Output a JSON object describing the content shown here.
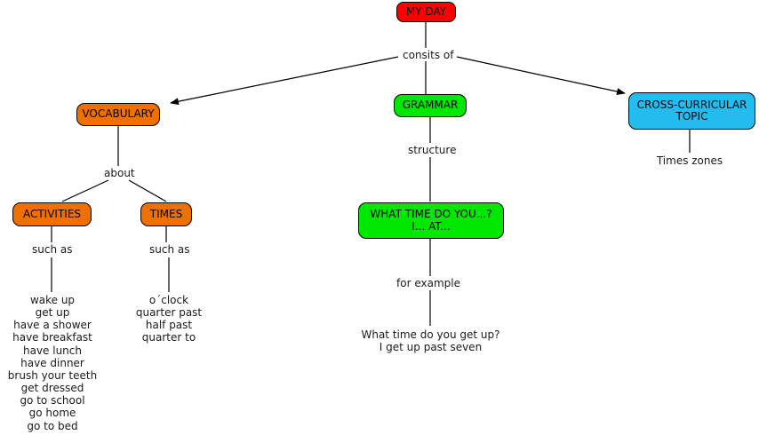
{
  "diagram": {
    "title": "MY DAY concept map",
    "colors": {
      "root": "#ff0000",
      "vocabulary": "#ee7000",
      "grammar": "#00e800",
      "cross_curricular": "#22bdee",
      "line": "#000000",
      "text": "#1a1a1a",
      "background": "#ffffff"
    }
  },
  "nodes": {
    "root": {
      "label": "MY DAY"
    },
    "vocabulary": {
      "label": "VOCABULARY"
    },
    "grammar": {
      "label": "GRAMMAR"
    },
    "cross_curricular": {
      "label": "CROSS-CURRICULAR\nTOPIC"
    },
    "activities": {
      "label": "ACTIVITIES"
    },
    "times": {
      "label": "TIMES"
    },
    "structure": {
      "label": "WHAT TIME DO YOU...?\nI... AT..."
    }
  },
  "edge_labels": {
    "consists_of": "consits of",
    "about": "about",
    "structure": "structure",
    "such_as_activities": "such as",
    "such_as_times": "such as",
    "for_example": "for example"
  },
  "leaves": {
    "activities_list": "wake up\nget up\nhave a shower\nhave breakfast\nhave lunch\nhave dinner\nbrush your teeth\nget dressed\ngo to school\ngo home\ngo to bed",
    "times_list": "o´clock\nquarter past\nhalf past\nquarter to",
    "example_text": "What time do you get up?\nI get up past seven",
    "times_zones": "Times zones"
  }
}
